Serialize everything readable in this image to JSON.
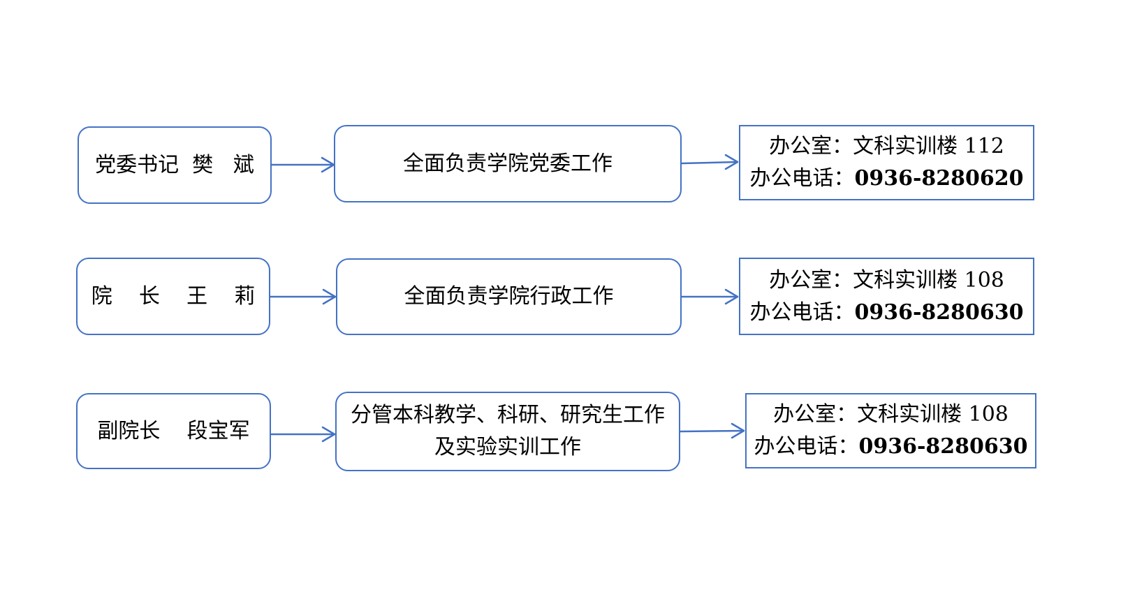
{
  "colors": {
    "border": "#4472C4",
    "arrow": "#4472C4",
    "text": "#000000",
    "background": "#ffffff"
  },
  "rows": [
    {
      "name": "党委书记  樊   斌",
      "duty_lines": [
        "全面负责学院党委工作"
      ],
      "office_label": "办公室：",
      "office_value": "文科实训楼 112",
      "phone_label": "办公电话：",
      "phone_value": "0936-8280620"
    },
    {
      "name": "院    长    王    莉",
      "duty_lines": [
        "全面负责学院行政工作"
      ],
      "office_label": "办公室：",
      "office_value": "文科实训楼 108",
      "phone_label": "办公电话：",
      "phone_value": "0936-8280630"
    },
    {
      "name": "副院长    段宝军",
      "duty_lines": [
        "分管本科教学、科研、研究生工作",
        "及实验实训工作"
      ],
      "office_label": "办公室：",
      "office_value": "文科实训楼 108",
      "phone_label": "办公电话：",
      "phone_value": "0936-8280630"
    }
  ]
}
